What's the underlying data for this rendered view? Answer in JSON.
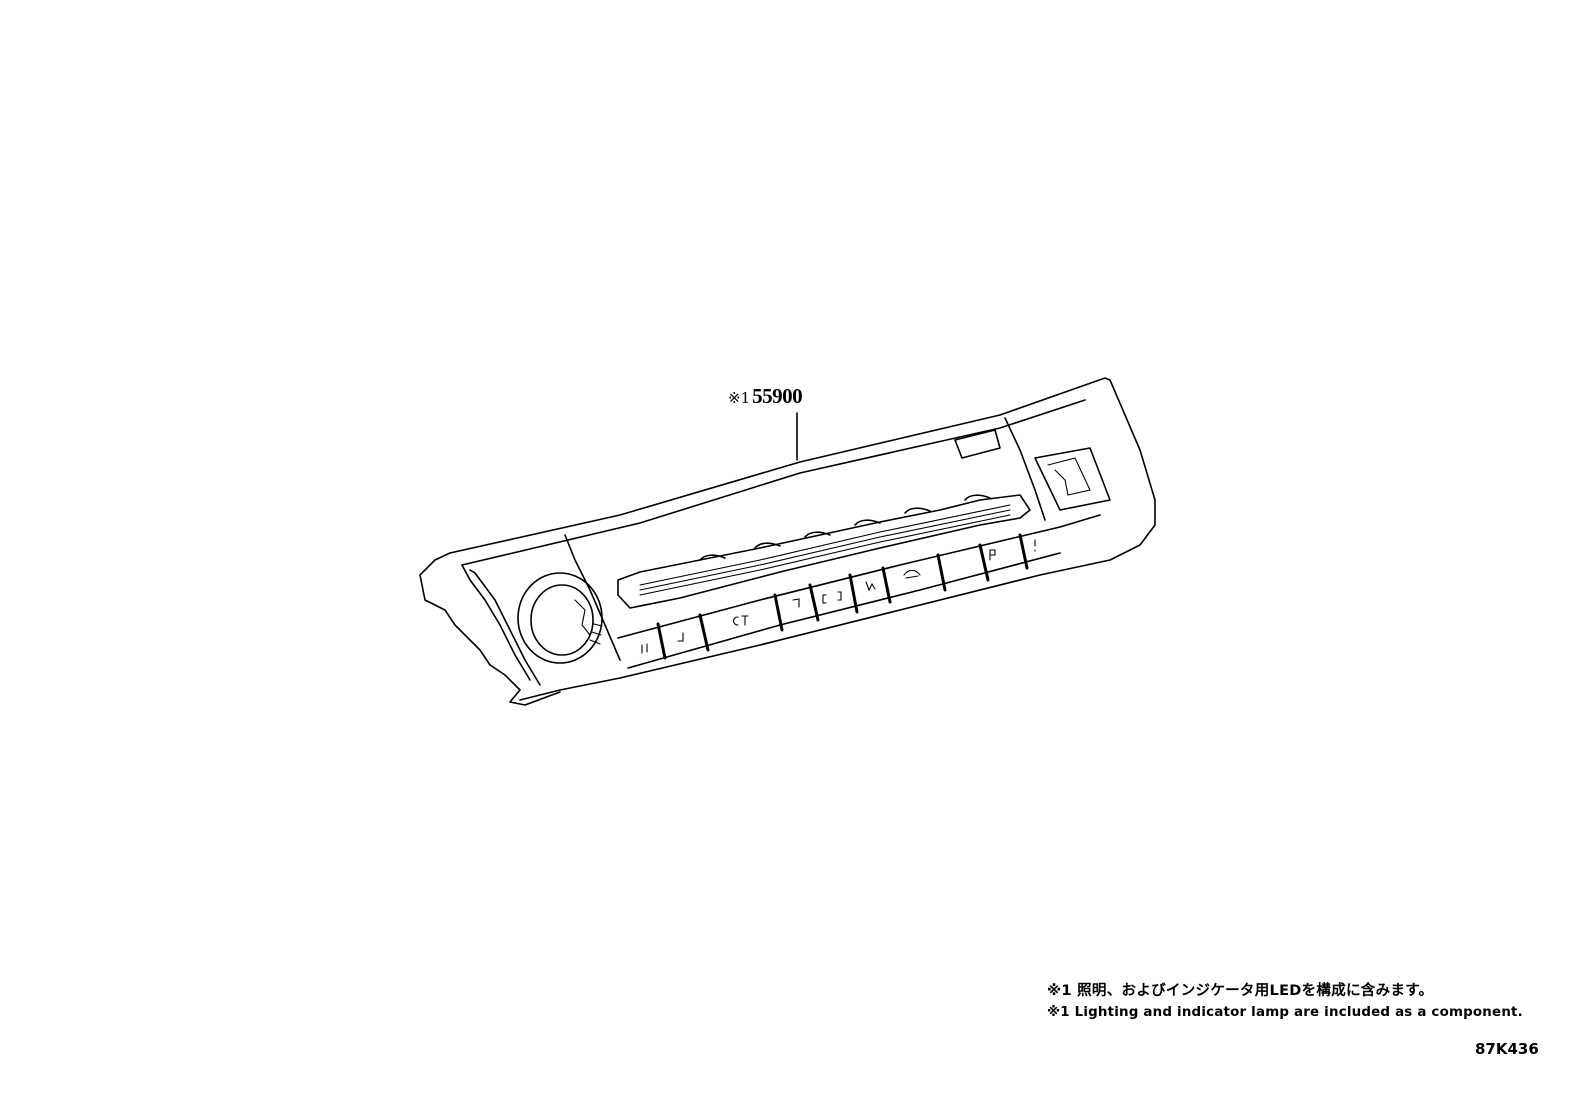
{
  "diagram": {
    "type": "parts-illustration",
    "subject": "Heater control / switch panel assembly",
    "callouts": [
      {
        "mark": "※1",
        "part_number": "55900"
      }
    ],
    "button_glyphs": [
      "ıı",
      "J",
      "ᴄᴛ",
      "ᒣ",
      "[ ]",
      "ᴍ",
      "≈",
      "ᴘ",
      "!"
    ]
  },
  "notes": {
    "japanese": "※1 照明、およびインジケータ用LEDを構成に含みます。",
    "english": "※1 Lighting and indicator lamp are included as a component."
  },
  "illustration_code": "87K436"
}
